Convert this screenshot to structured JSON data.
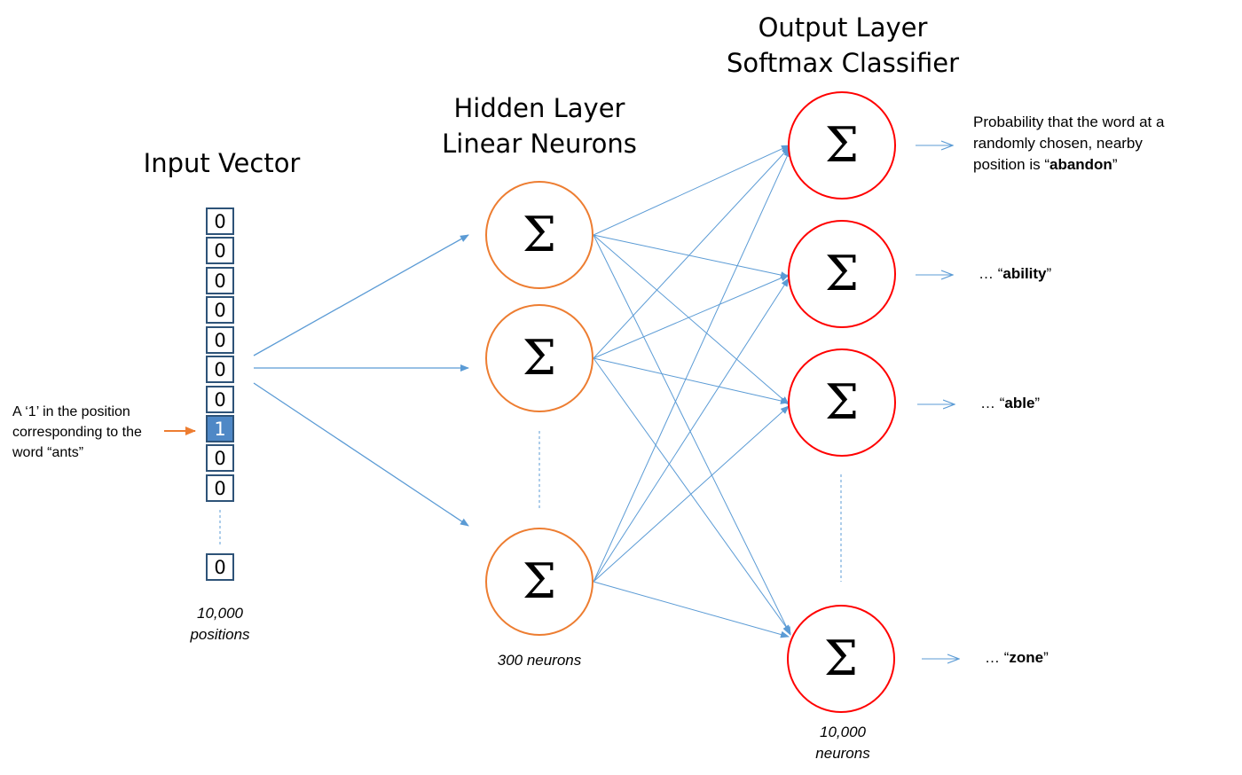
{
  "input": {
    "title": "Input Vector",
    "cells": [
      "0",
      "0",
      "0",
      "0",
      "0",
      "0",
      "0",
      "1",
      "0",
      "0"
    ],
    "last_cell": "0",
    "caption_line1": "10,000",
    "caption_line2": "positions",
    "note_line1": "A ‘1’ in the position",
    "note_line2": "corresponding to the",
    "note_line3": "word “ants”"
  },
  "hidden": {
    "title_line1": "Hidden Layer",
    "title_line2": "Linear Neurons",
    "neuron_symbol": "Σ",
    "caption": "300 neurons"
  },
  "output": {
    "title_line1": "Output Layer",
    "title_line2": "Softmax Classifier",
    "neuron_symbol": "Σ",
    "caption_line1": "10,000",
    "caption_line2": "neurons",
    "labels": {
      "first_line1": "Probability that the word at a",
      "first_line2": "randomly chosen, nearby",
      "first_line3_prefix": "position is “",
      "first_word": "abandon",
      "first_suffix": "”",
      "ellipsis_open": "… “",
      "close_quote": "”",
      "word2": "ability",
      "word3": "able",
      "word4": "zone"
    }
  },
  "colors": {
    "wire": "#5b9bd5",
    "input_arrow": "#ed7d31",
    "hidden_border": "#ed7d31",
    "output_border": "#ff0000",
    "cell_border": "#2e5378",
    "hot_cell": "#4f88c6"
  }
}
